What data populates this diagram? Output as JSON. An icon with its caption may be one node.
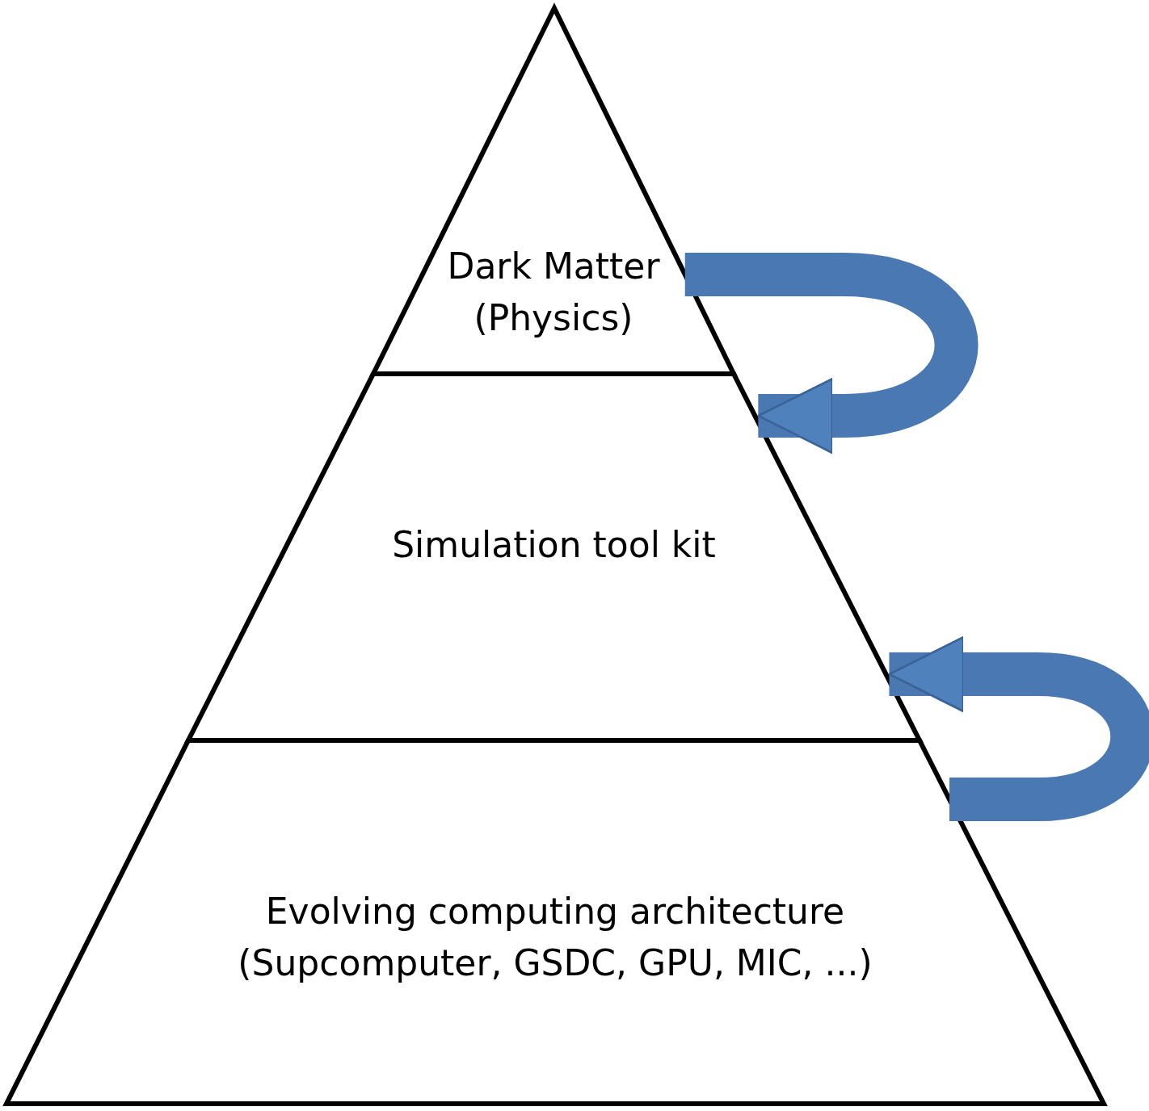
{
  "diagram": {
    "nodes": [
      {
        "text": [
          "Dark Matter",
          "(Physics)"
        ]
      },
      {
        "text": [
          "Simulation tool kit"
        ]
      },
      {
        "text": [
          "Evolving computing architecture",
          "(Supcomputer, GSDC, GPU, MIC, ...)"
        ]
      }
    ],
    "edges": [
      {
        "from": 0,
        "to": 1,
        "arrow": "to"
      },
      {
        "from": 2,
        "to": 1,
        "arrow": "to"
      }
    ]
  }
}
